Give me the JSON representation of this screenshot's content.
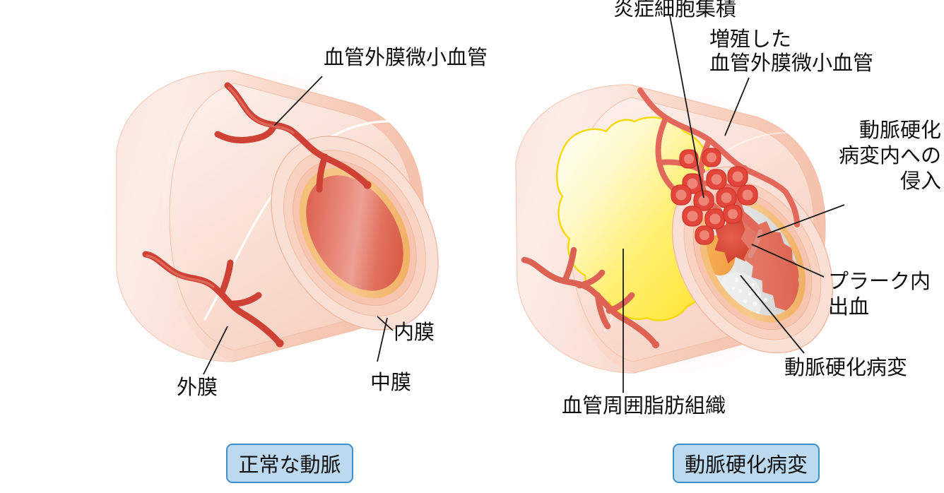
{
  "figure": {
    "title_left": "正常な動脈",
    "title_right": "動脈硬化病変"
  },
  "left_panel": {
    "caption": "正常な動脈",
    "labels": {
      "vasa_vasorum": "血管外膜微小血管",
      "adventitia": "外膜",
      "media": "中膜",
      "intima": "内膜"
    }
  },
  "right_panel": {
    "caption": "動脈硬化病変",
    "labels": {
      "inflammatory_cells": "炎症細胞集積",
      "proliferated_vasa_line1": "増殖した",
      "proliferated_vasa_line2": "血管外膜微小血管",
      "invasion_line1": "動脈硬化",
      "invasion_line2": "病変内への",
      "invasion_line3": "侵入",
      "intraplaque_hemorrhage_line1": "プラーク内",
      "intraplaque_hemorrhage_line2": "出血",
      "atherosclerotic_lesion": "動脈硬化病変",
      "perivascular_fat": "血管周囲脂肪組織"
    }
  },
  "colors": {
    "vessel_outer": "#fbe3da",
    "vessel_wall_mid": "#f7cdbd",
    "vessel_wall_inner": "#f5bda9",
    "intima_ring": "#f0a95f",
    "lumen_red": "#e0705c",
    "vasa_vasorum_red": "#cf4134",
    "microvessel_pink": "#e3685b",
    "fat_yellow": "#ffe93f",
    "fat_yellow_light": "#fffdea",
    "plaque_grey": "#d6d6d6",
    "plaque_white": "#f2f2f2",
    "hemorrhage_dark_red": "#d64236",
    "caption_fill": "#bcd9ef",
    "caption_border": "#3a8ec9",
    "leader_line": "#1a1a1a",
    "text": "#111111"
  }
}
